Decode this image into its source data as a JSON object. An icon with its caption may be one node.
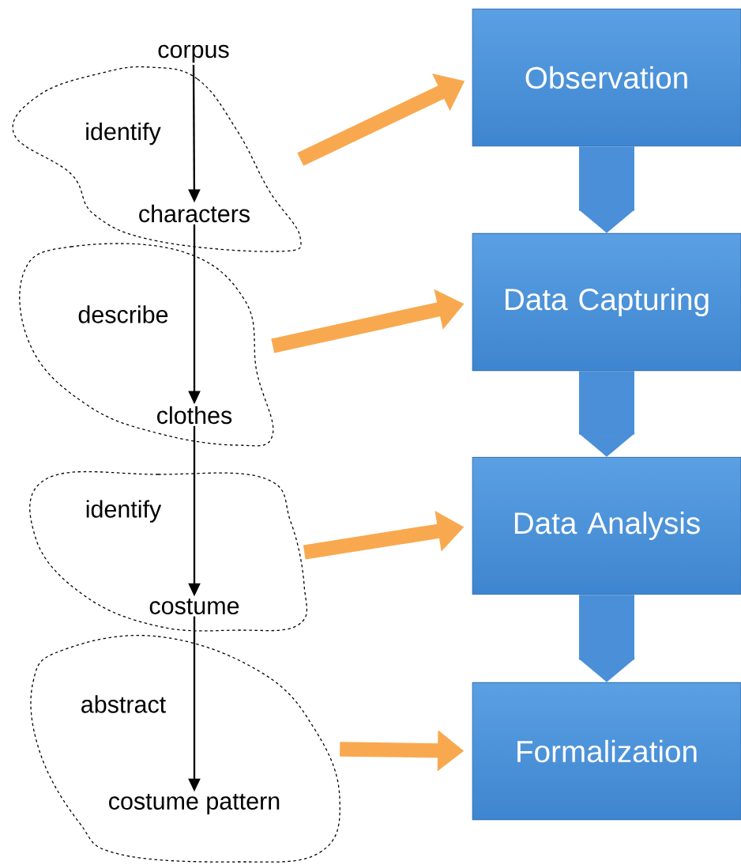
{
  "diagram": {
    "nodes": [
      {
        "text": [
          "corpus"
        ]
      },
      {
        "text": [],
        "shape": "cloud"
      },
      {
        "text": [
          "characters"
        ],
        "in": 1
      },
      {
        "text": [],
        "shape": "cloud"
      },
      {
        "text": [
          "clothes"
        ],
        "in": 3
      },
      {
        "text": [],
        "shape": "cloud"
      },
      {
        "text": [
          "costume"
        ],
        "in": 5
      },
      {
        "text": [],
        "shape": "cloud"
      },
      {
        "text": [
          "costume pattern"
        ],
        "in": 7
      },
      {
        "text": [
          "Observation"
        ]
      },
      {
        "text": [
          "Data Capturing"
        ]
      },
      {
        "text": [
          "Data Analysis"
        ]
      },
      {
        "text": [
          "Formalization"
        ]
      }
    ],
    "edges": [
      {
        "from": 0,
        "to": 2,
        "arrow": "to",
        "label": "identify"
      },
      {
        "from": 2,
        "to": 4,
        "arrow": "to",
        "label": "describe"
      },
      {
        "from": 4,
        "to": 6,
        "arrow": "to",
        "label": "identify"
      },
      {
        "from": 6,
        "to": 8,
        "arrow": "to",
        "label": "abstract"
      },
      {
        "from": 9,
        "to": 10,
        "arrow": "to",
        "style": "thick",
        "color": "#4a8fd8"
      },
      {
        "from": 10,
        "to": 11,
        "arrow": "to",
        "style": "thick",
        "color": "#4a8fd8"
      },
      {
        "from": 11,
        "to": 12,
        "arrow": "to",
        "style": "thick",
        "color": "#4a8fd8"
      },
      {
        "from": 1,
        "to": 9,
        "arrow": "to",
        "color": "#f8a94f"
      },
      {
        "from": 3,
        "to": 10,
        "arrow": "to",
        "color": "#f8a94f"
      },
      {
        "from": 5,
        "to": 11,
        "arrow": "to",
        "color": "#f8a94f"
      },
      {
        "from": 7,
        "to": 12,
        "arrow": "to",
        "color": "#f8a94f"
      }
    ]
  }
}
